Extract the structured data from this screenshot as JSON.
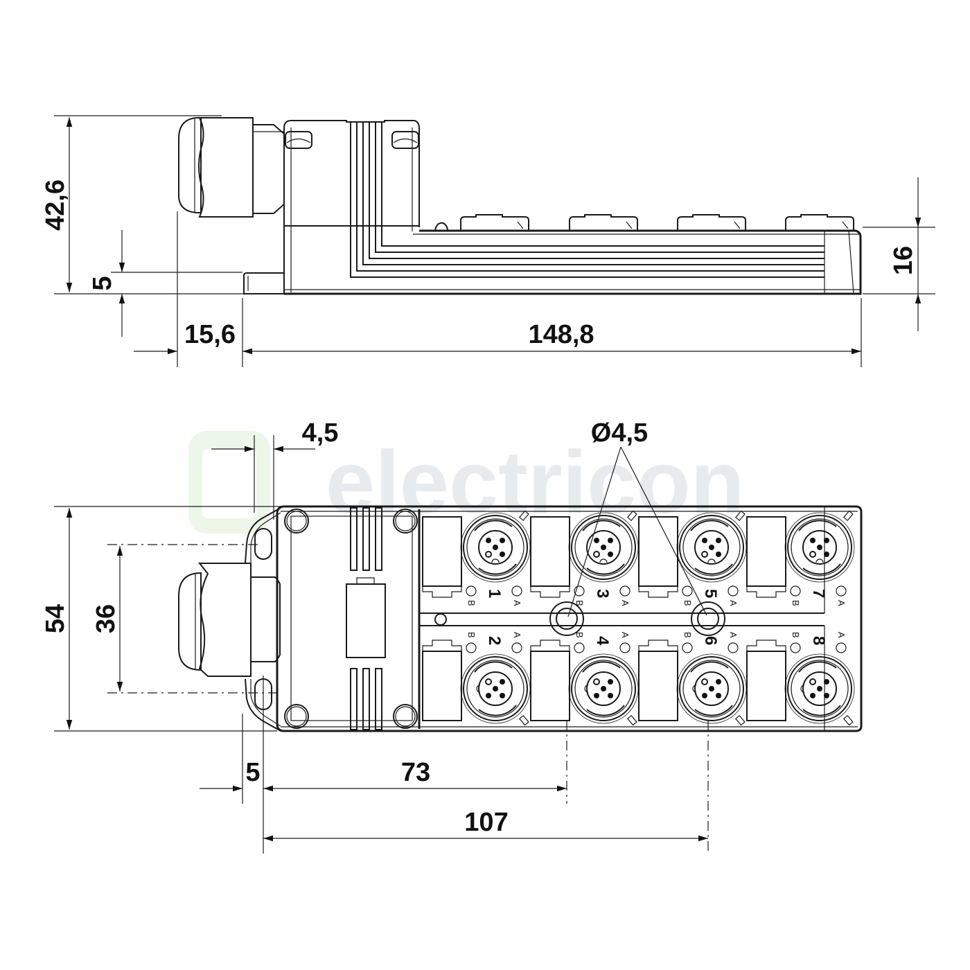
{
  "diagram": {
    "type": "technical-dimension-drawing",
    "subject": "8-port M12 sensor/actuator distributor box with cable gland",
    "units": "mm",
    "watermark": {
      "text": "electricon",
      "logo": "E",
      "text_color": "#e6eaec",
      "accent_color": "#e7f5e4"
    },
    "side_view": {
      "dimensions": {
        "overall_height": "42,6",
        "flange_height": "5",
        "gland_length": "15,6",
        "body_length": "148,8",
        "body_height": "16"
      }
    },
    "top_view": {
      "dimensions": {
        "flange_offset": "4,5",
        "hole_diameter": "Ø4,5",
        "overall_width": "54",
        "hole_spacing": "36",
        "hole_edge_offset": "5",
        "hole_pitch_1": "73",
        "hole_pitch_2": "107"
      },
      "ports": [
        {
          "number": "1",
          "led_a": "A",
          "led_b": "B"
        },
        {
          "number": "2",
          "led_a": "A",
          "led_b": "B"
        },
        {
          "number": "3",
          "led_a": "A",
          "led_b": "B"
        },
        {
          "number": "4",
          "led_a": "A",
          "led_b": "B"
        },
        {
          "number": "5",
          "led_a": "A",
          "led_b": "B"
        },
        {
          "number": "6",
          "led_a": "A",
          "led_b": "B"
        },
        {
          "number": "7",
          "led_a": "A",
          "led_b": "B"
        },
        {
          "number": "8",
          "led_a": "A",
          "led_b": "B"
        }
      ]
    }
  }
}
